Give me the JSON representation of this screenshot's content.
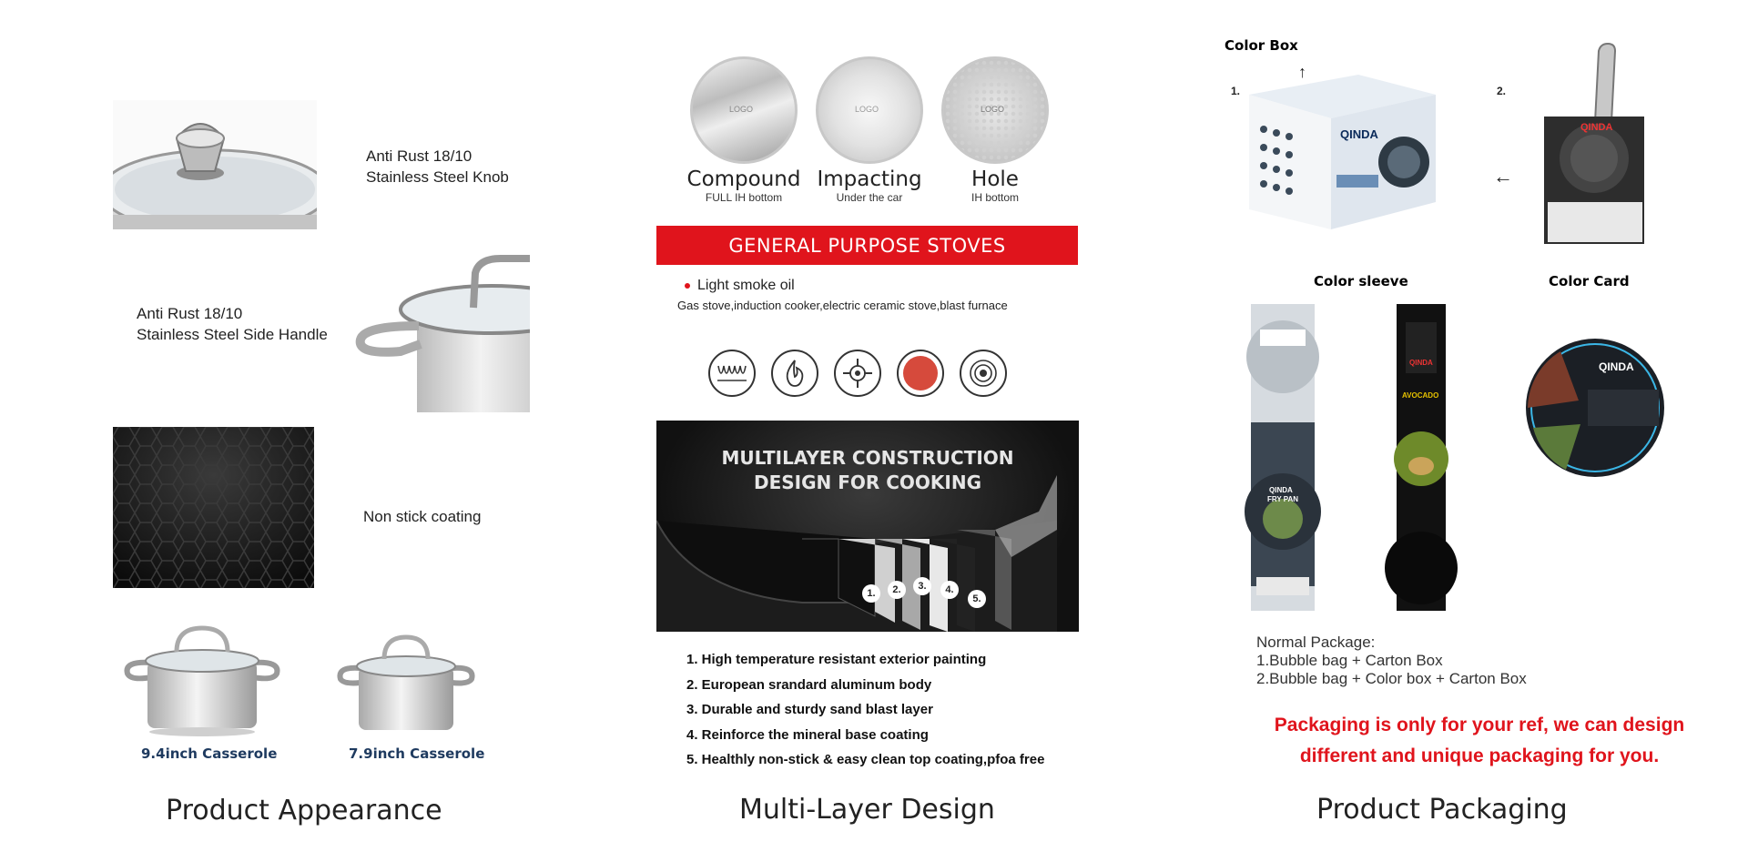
{
  "appearance": {
    "title": "Product Appearance",
    "features": [
      {
        "label": "Anti Rust 18/10\nStainless Steel Knob"
      },
      {
        "label": "Anti Rust 18/10\nStainless Steel Side Handle"
      },
      {
        "label": "Non stick coating"
      }
    ],
    "products": [
      {
        "caption": "9.4inch Casserole"
      },
      {
        "caption": "7.9inch Casserole"
      }
    ]
  },
  "design": {
    "title": "Multi-Layer Design",
    "bottoms": [
      {
        "name": "Compound",
        "sub": "FULL IH bottom",
        "logo": "LOGO"
      },
      {
        "name": "Impacting",
        "sub": "Under the car",
        "logo": "LOGO"
      },
      {
        "name": "Hole",
        "sub": "IH bottom",
        "logo": "LOGO"
      }
    ],
    "banner": "GENERAL PURPOSE STOVES",
    "bullet": "Light smoke oil",
    "stoves_text": "Gas stove,induction cooker,electric ceramic stove,blast furnace",
    "stove_icons": [
      "induction-coil-icon",
      "flame-icon",
      "gas-burner-icon",
      "ceramic-plate-icon",
      "electric-hob-icon"
    ],
    "construction_heading": [
      "MULTILAYER CONSTRUCTION",
      "DESIGN FOR COOKING"
    ],
    "layer_markers": [
      "1.",
      "2.",
      "3.",
      "4.",
      "5."
    ],
    "layers": [
      "1. High temperature resistant exterior painting",
      "2. European srandard aluminum body",
      "3. Durable and sturdy sand blast layer",
      "4. Reinforce the mineral base coating",
      "5. Healthly non-stick & easy clean top coating,pfoa free"
    ]
  },
  "packaging": {
    "title": "Product Packaging",
    "color_box": "Color Box",
    "step1": "1.",
    "step2": "2.",
    "color_sleeve": "Color sleeve",
    "color_card": "Color Card",
    "brand": "QINDA",
    "sleeve_labels": [
      "FRY PAN",
      "AVOCADO"
    ],
    "normal_title": "Normal Package:",
    "normal_lines": [
      "1.Bubble bag + Carton Box",
      "2.Bubble bag + Color box + Carton Box"
    ],
    "note": "Packaging is only for your ref, we can design different and unique packaging for you.",
    "accent": "#e0141c"
  }
}
